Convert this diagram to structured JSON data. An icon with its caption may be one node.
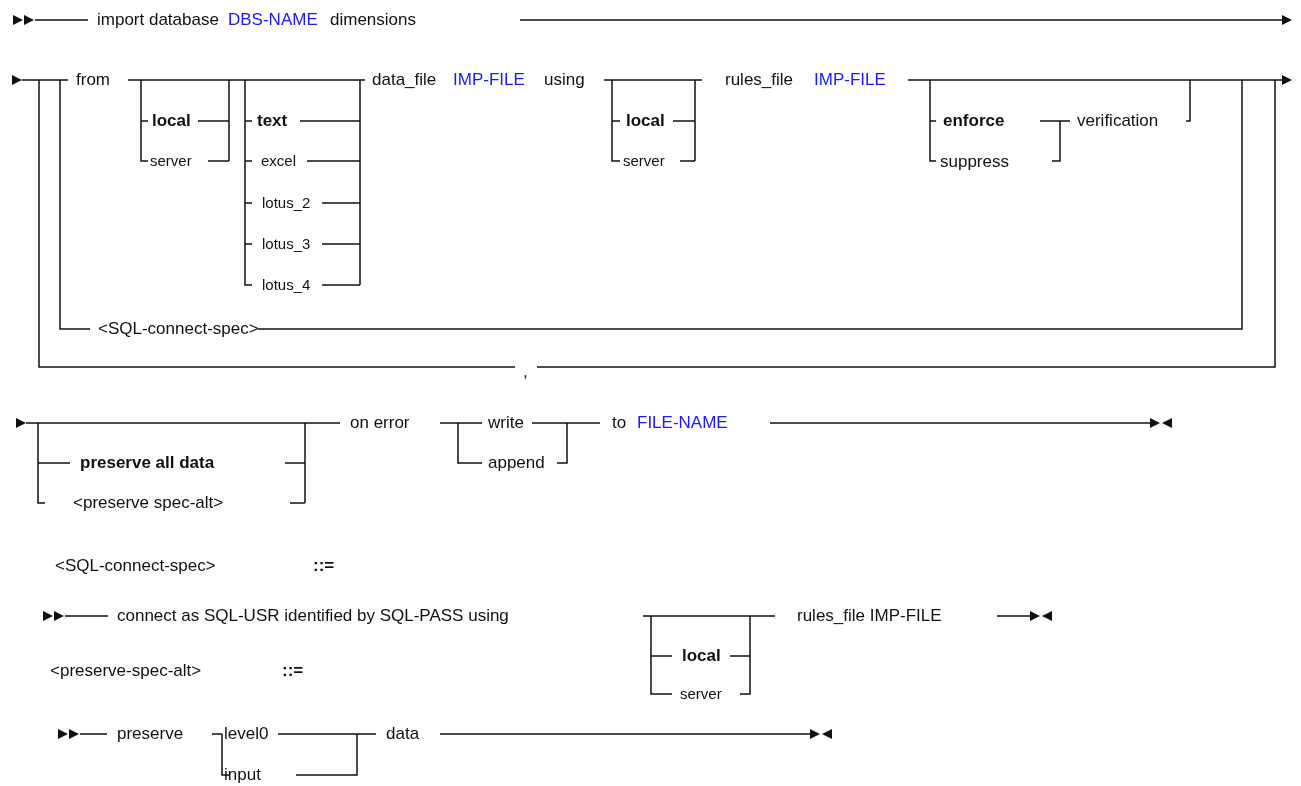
{
  "diagram": {
    "labels": [
      "import database",
      "DBS-NAME",
      "dimensions",
      "from",
      "local",
      "server",
      "text",
      "excel",
      "lotus_2",
      "lotus_3",
      "lotus_4",
      "data_file",
      "IMP-FILE",
      "using",
      "local",
      "server",
      "rules_file",
      "IMP-FILE",
      "enforce",
      "verification",
      "suppress",
      "<SQL-connect-spec>",
      ",",
      "on error",
      "write",
      "preserve all data",
      "append",
      "to",
      "FILE-NAME",
      "<preserve spec-alt>",
      "<SQL-connect-spec>",
      "::=",
      "connect as SQL-USR identified by SQL-PASS using",
      "rules_file IMP-FILE",
      "local",
      "<preserve-spec-alt>",
      "::=",
      "server",
      "preserve",
      "level0",
      "data",
      "input"
    ]
  }
}
